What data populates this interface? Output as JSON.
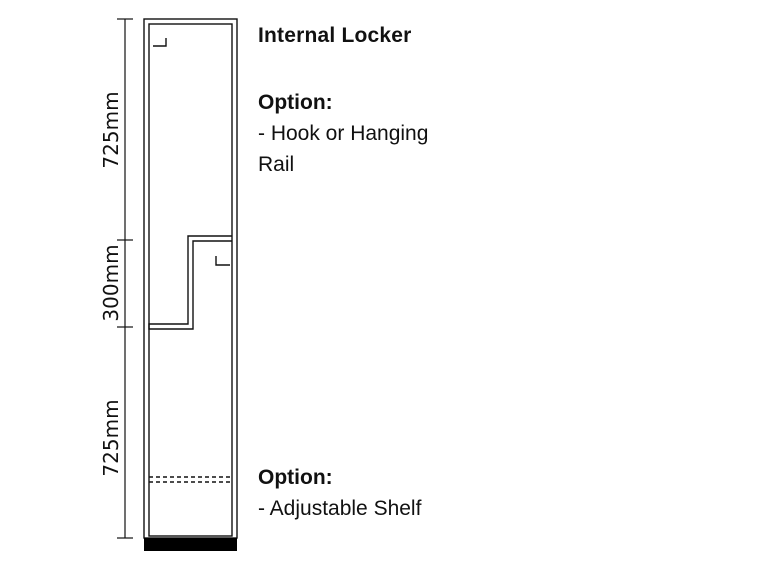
{
  "title": "Internal Locker",
  "dimensions": {
    "top": "725mm",
    "middle": "300mm",
    "bottom": "725mm"
  },
  "options": [
    {
      "heading": "Option:",
      "lines": [
        "- Hook or Hanging",
        "Rail"
      ]
    },
    {
      "heading": "Option:",
      "lines": [
        "- Adjustable Shelf"
      ]
    }
  ],
  "colors": {
    "line": "#111111",
    "plinth": "#000000",
    "background": "#ffffff"
  }
}
